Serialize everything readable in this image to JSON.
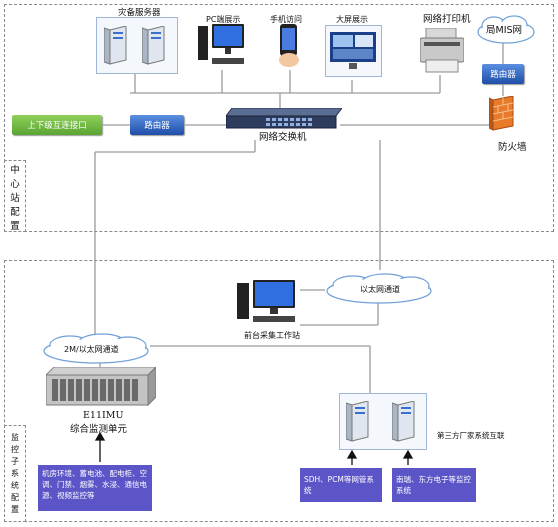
{
  "center": {
    "side_label": "中心站配置",
    "disaster_server": "灾备服务器",
    "pc_display": "PC端展示",
    "mobile_access": "手机访问",
    "big_screen": "大屏展示",
    "network_printer": "网络打印机",
    "mis_network": "局MIS网",
    "router_right": "路由器",
    "firewall": "防火墙",
    "interconnect": "上下级互连接口",
    "router_left": "路由器",
    "switch": "网络交换机"
  },
  "monitor": {
    "side_label": "监控子系统配置",
    "ethernet_channel": "以太网通道",
    "workstation": "前台采集工作站",
    "channel_2m": "2M/以太网通道",
    "unit_model": "E11IMU",
    "unit_name": "综合监测单元",
    "third_party": "第三方厂家系统互联",
    "left_box": "机房环境、蓄电池、配电柜、空调、门禁、烟雾、水浸、通信电源、视频监控等",
    "mid_box": "SDH、PCM等网管系统",
    "right_box": "南瑞、东方电子等监控系统"
  },
  "colors": {
    "green_button": "#6ab83c",
    "blue_button": "#2f5fbe",
    "purple_box": "#5b55c8",
    "line": "#9a9a9a"
  }
}
